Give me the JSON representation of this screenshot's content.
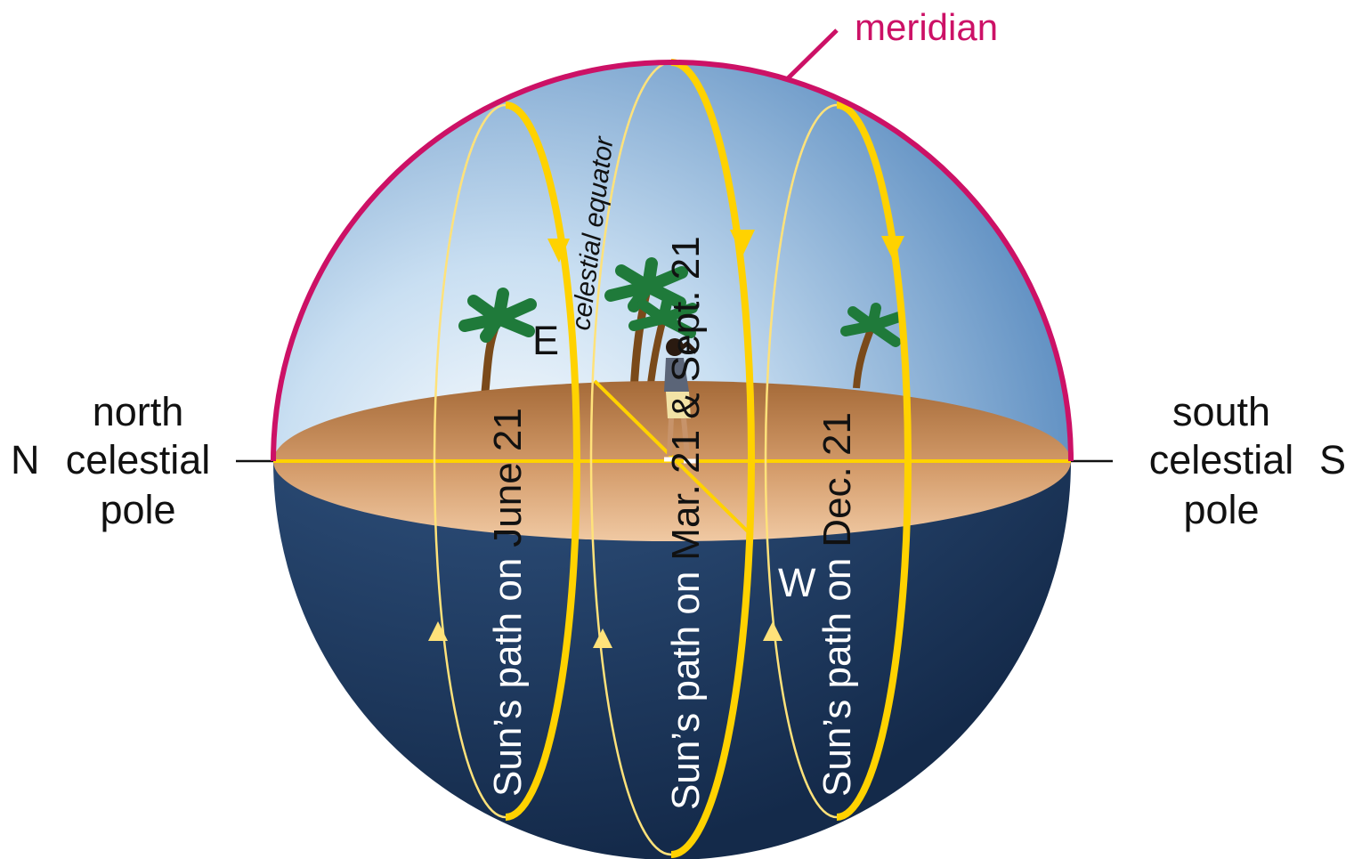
{
  "colors": {
    "meridian": "#cc1166",
    "sun_path": "#ffd200",
    "sky_light": "#e8f2fb",
    "sky_dark": "#5b8ec4",
    "ground": "#c98a55",
    "lower_sphere": "#1f3b63"
  },
  "labels": {
    "meridian": "meridian",
    "north_pole_line1": "north",
    "north_pole_line2": "celestial",
    "north_pole_line3": "pole",
    "north_letter": "N",
    "south_pole_line1": "south",
    "south_pole_line2": "celestial",
    "south_pole_line3": "pole",
    "south_letter": "S",
    "celestial_equator": "celestial equator",
    "east": "E",
    "west": "W"
  },
  "sun_paths": [
    {
      "prefix": "Sun’s path on",
      "date": "June 21"
    },
    {
      "prefix": "Sun’s path on",
      "date": "Mar. 21 & Sept. 21"
    },
    {
      "prefix": "Sun’s path on",
      "date": "Dec. 21"
    }
  ],
  "icons": [
    "palm-tree-icon",
    "person-icon"
  ]
}
